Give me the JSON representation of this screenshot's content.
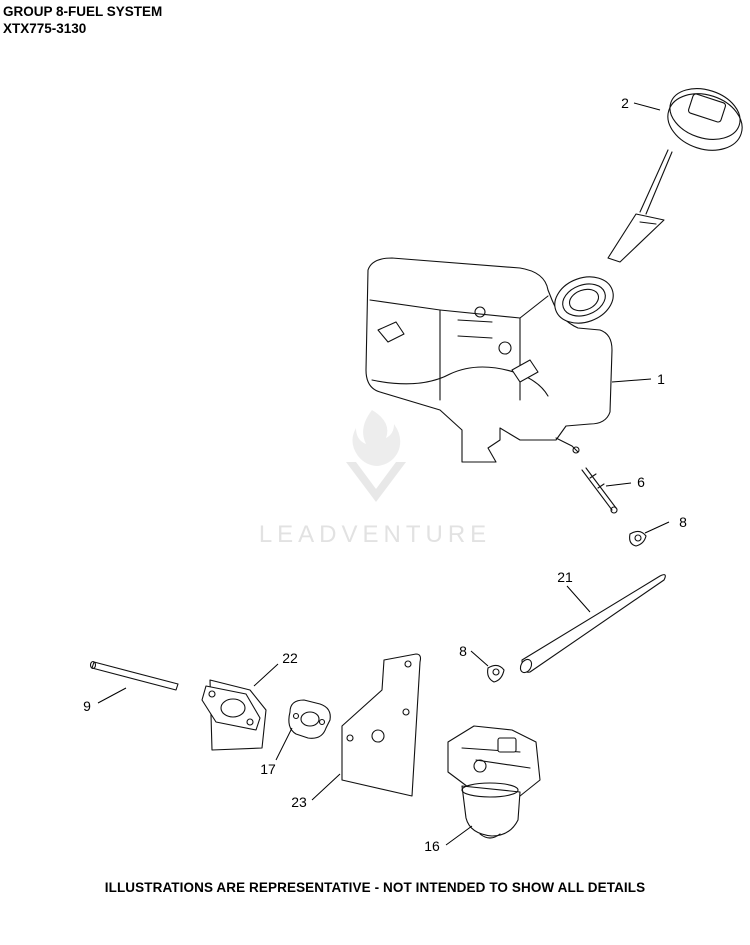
{
  "header": {
    "title_line1": "GROUP 8-FUEL SYSTEM",
    "title_line2": "XTX775-3130"
  },
  "watermark": {
    "text": "LEADVENTURE"
  },
  "callouts": {
    "c1": "1",
    "c2": "2",
    "c6": "6",
    "c8a": "8",
    "c8b": "8",
    "c9": "9",
    "c16": "16",
    "c17": "17",
    "c21": "21",
    "c22": "22",
    "c23": "23"
  },
  "footer": {
    "note": "ILLUSTRATIONS ARE REPRESENTATIVE - NOT INTENDED TO SHOW ALL DETAILS"
  }
}
